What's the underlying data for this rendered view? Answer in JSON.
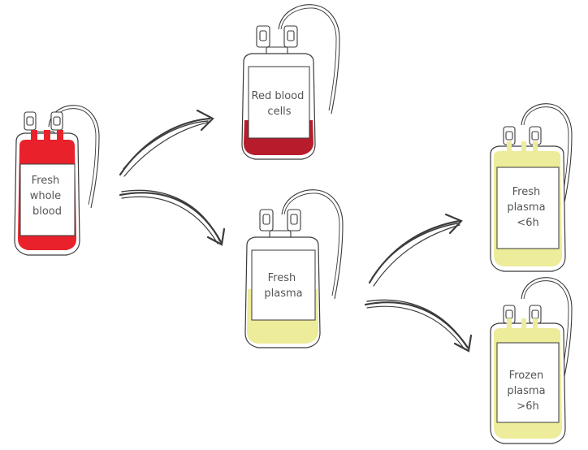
{
  "colors": {
    "whole_blood": "#e8212b",
    "red_cells": "#b71c2c",
    "plasma": "#ecec9a",
    "outline": "#3a3a3a",
    "label_box": "#ffffff",
    "label_text": "#555555",
    "arrow": "#3c3c3c"
  },
  "bags": [
    {
      "id": "fresh-whole-blood",
      "lines": [
        "Fresh",
        "whole",
        "blood"
      ],
      "fill": "full",
      "fill_color": "whole_blood"
    },
    {
      "id": "red-blood-cells",
      "lines": [
        "Red blood",
        "cells"
      ],
      "fill": "bottom-third",
      "fill_color": "red_cells"
    },
    {
      "id": "fresh-plasma",
      "lines": [
        "Fresh",
        "plasma"
      ],
      "fill": "bottom-third",
      "fill_color": "plasma"
    },
    {
      "id": "fresh-plasma-lt6h",
      "lines": [
        "Fresh",
        "plasma",
        "<6h"
      ],
      "fill": "full",
      "fill_color": "plasma"
    },
    {
      "id": "frozen-plasma-gt6h",
      "lines": [
        "Frozen",
        "plasma",
        ">6h"
      ],
      "fill": "full",
      "fill_color": "plasma"
    }
  ],
  "flow": [
    {
      "from": "fresh-whole-blood",
      "to": "red-blood-cells"
    },
    {
      "from": "fresh-whole-blood",
      "to": "fresh-plasma"
    },
    {
      "from": "fresh-plasma",
      "to": "fresh-plasma-lt6h"
    },
    {
      "from": "fresh-plasma",
      "to": "frozen-plasma-gt6h"
    }
  ]
}
